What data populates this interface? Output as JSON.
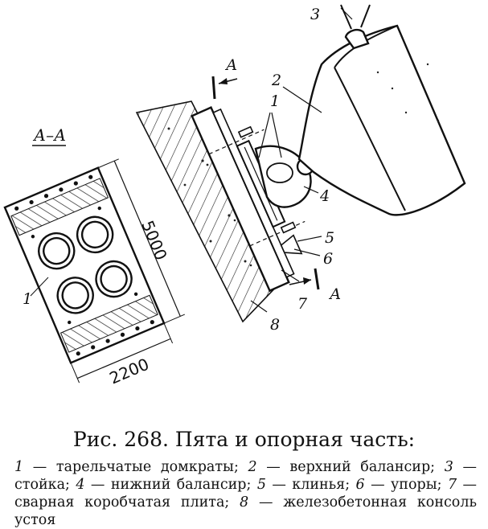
{
  "figure": {
    "section_label": "А–А",
    "section_marker": "А",
    "dimensions": {
      "length": "5000",
      "width": "2200"
    },
    "labels": [
      "1",
      "2",
      "3",
      "4",
      "5",
      "6",
      "7",
      "8"
    ]
  },
  "caption": "Рис. 268. Пята и опорная часть:",
  "legend": [
    {
      "num": "1",
      "text": " — тарельчатые домкраты; "
    },
    {
      "num": "2",
      "text": " — верхний балансир; "
    },
    {
      "num": "3",
      "text": " — стойка; "
    },
    {
      "num": "4",
      "text": " — нижний балансир; "
    },
    {
      "num": "5",
      "text": " — клинья; "
    },
    {
      "num": "6",
      "text": " — упоры; "
    },
    {
      "num": "7",
      "text": " — сварная коробчатая плита; "
    },
    {
      "num": "8",
      "text": " — железобетонная консоль устоя"
    }
  ]
}
